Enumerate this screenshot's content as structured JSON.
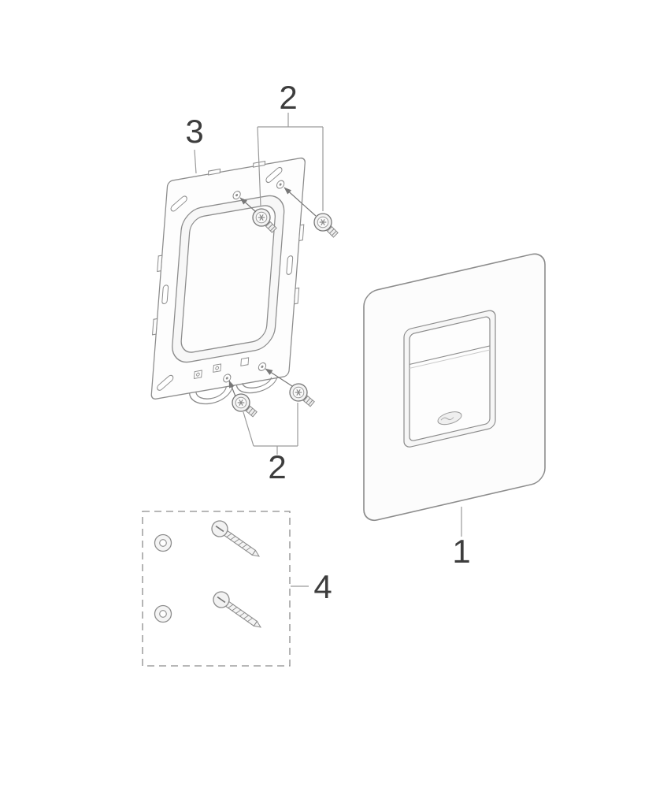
{
  "colors": {
    "line": "#8c8c8c",
    "line_dark": "#777777",
    "label": "#3d3d3d",
    "fill_light": "#f3f3f3",
    "background": "#ffffff"
  },
  "labels": {
    "plate": "1",
    "screws_top": "2",
    "screws_bottom": "2",
    "frame": "3",
    "screw_set": "4"
  }
}
